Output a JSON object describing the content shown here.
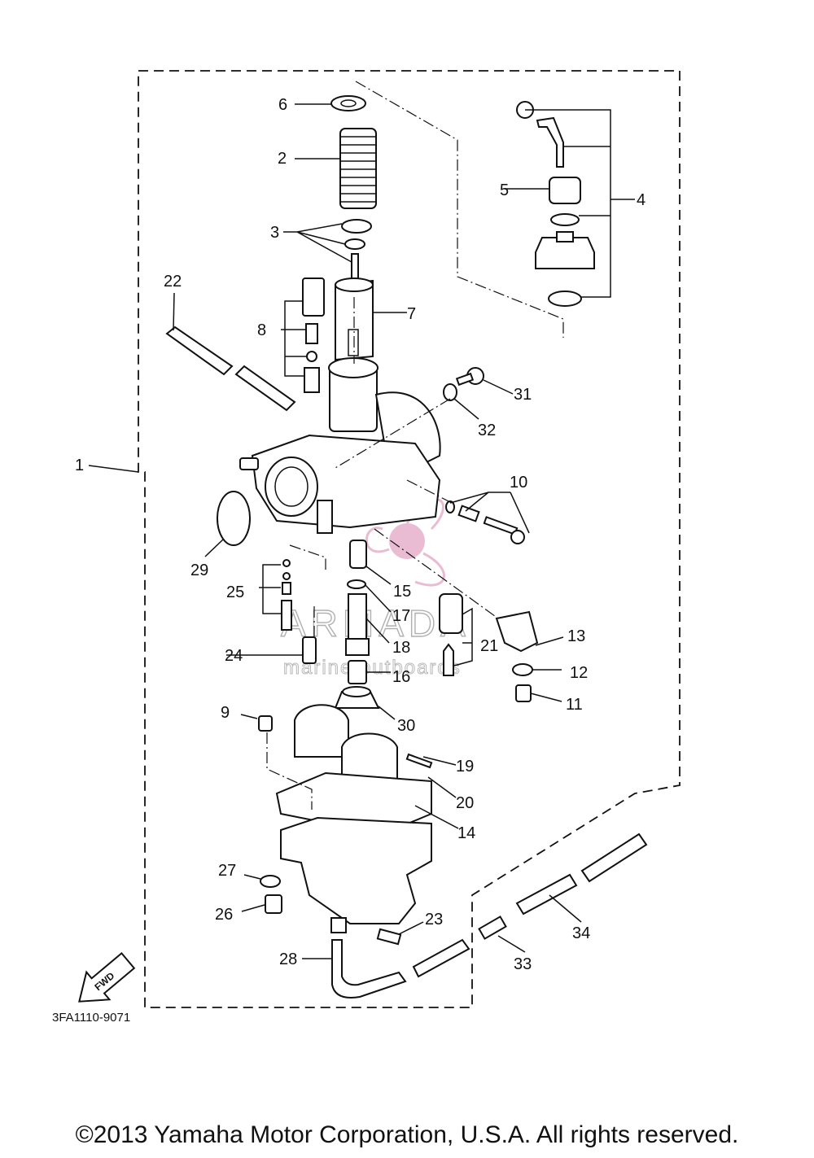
{
  "callouts": [
    {
      "id": "1",
      "label": "1"
    },
    {
      "id": "2",
      "label": "2"
    },
    {
      "id": "3",
      "label": "3"
    },
    {
      "id": "4",
      "label": "4"
    },
    {
      "id": "5",
      "label": "5"
    },
    {
      "id": "6",
      "label": "6"
    },
    {
      "id": "7",
      "label": "7"
    },
    {
      "id": "8",
      "label": "8"
    },
    {
      "id": "9",
      "label": "9"
    },
    {
      "id": "10",
      "label": "10"
    },
    {
      "id": "11",
      "label": "11"
    },
    {
      "id": "12",
      "label": "12"
    },
    {
      "id": "13",
      "label": "13"
    },
    {
      "id": "14",
      "label": "14"
    },
    {
      "id": "15",
      "label": "15"
    },
    {
      "id": "16",
      "label": "16"
    },
    {
      "id": "17",
      "label": "17"
    },
    {
      "id": "18",
      "label": "18"
    },
    {
      "id": "19",
      "label": "19"
    },
    {
      "id": "20",
      "label": "20"
    },
    {
      "id": "21",
      "label": "21"
    },
    {
      "id": "22",
      "label": "22"
    },
    {
      "id": "23",
      "label": "23"
    },
    {
      "id": "24",
      "label": "24"
    },
    {
      "id": "25",
      "label": "25"
    },
    {
      "id": "26",
      "label": "26"
    },
    {
      "id": "27",
      "label": "27"
    },
    {
      "id": "28",
      "label": "28"
    },
    {
      "id": "29",
      "label": "29"
    },
    {
      "id": "30",
      "label": "30"
    },
    {
      "id": "31",
      "label": "31"
    },
    {
      "id": "32",
      "label": "32"
    },
    {
      "id": "33",
      "label": "33"
    },
    {
      "id": "34",
      "label": "34"
    }
  ],
  "diagram_code": "3FA1110-9071",
  "direction_label": "FWD",
  "watermark": {
    "brand": "ARMADA",
    "tagline": "marine outboards",
    "color": "#e3a6c6"
  },
  "copyright": "©2013 Yamaha Motor Corporation, U.S.A. All rights reserved."
}
